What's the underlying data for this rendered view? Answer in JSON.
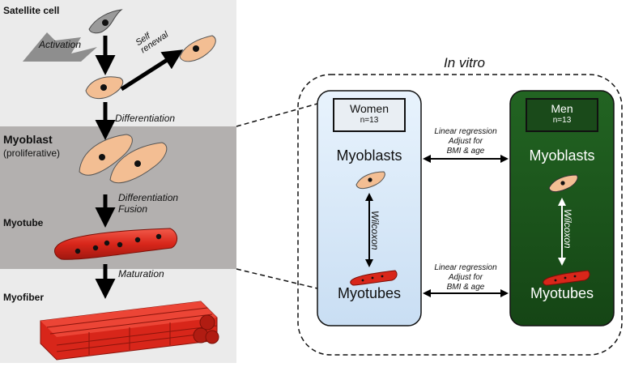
{
  "left_panel": {
    "satellite_cell": "Satellite cell",
    "activation": "Activation",
    "self_renewal_line1": "Self",
    "self_renewal_line2": "renewal",
    "differentiation": "Differentiation",
    "myoblast": "Myoblast",
    "proliferative": "(proliferative)",
    "differentiation2": "Differentiation",
    "fusion": "Fusion",
    "myotube": "Myotube",
    "maturation": "Maturation",
    "myofiber": "Myofiber"
  },
  "right_panel": {
    "title": "In vitro",
    "women": {
      "header": "Women",
      "n": "n=13",
      "top": "Myoblasts",
      "bottom": "Myotubes",
      "test": "Wilcoxon"
    },
    "men": {
      "header": "Men",
      "n": "n=13",
      "top": "Myoblasts",
      "bottom": "Myotubes",
      "test": "Wilcoxon"
    },
    "comparison_top": [
      "Linear regression",
      "Adjust for",
      "BMI & age"
    ],
    "comparison_bottom": [
      "Linear regression",
      "Adjust for",
      "BMI & age"
    ]
  },
  "colors": {
    "panel_bg": "#ebebeb",
    "myoblast_band": "#b3b0af",
    "cell_fill": "#f3be93",
    "satellite_fill": "#9a9a9a",
    "myotube_red": "#e42b1f",
    "women_box": "#dcecfb",
    "men_box": "#1f5a1f"
  }
}
